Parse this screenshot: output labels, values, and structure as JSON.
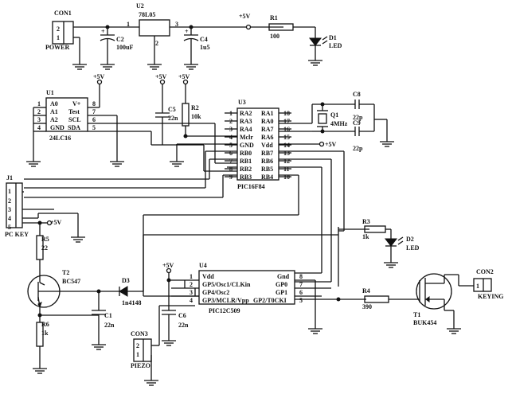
{
  "components": {
    "con1": {
      "ref": "CON1",
      "name": "POWER",
      "pins": [
        "2",
        "1"
      ]
    },
    "u2": {
      "ref": "U2",
      "value": "78L05",
      "pins": [
        "1",
        "2",
        "3"
      ]
    },
    "c2": {
      "ref": "C2",
      "value": "100uF",
      "polarity": "+"
    },
    "c4": {
      "ref": "C4",
      "value": "1u5",
      "polarity": "+"
    },
    "r1": {
      "ref": "R1",
      "value": "100"
    },
    "d1": {
      "ref": "D1",
      "value": "LED"
    },
    "u1": {
      "ref": "U1",
      "value": "24LC16",
      "left_pins": [
        {
          "num": "1",
          "name": "A0"
        },
        {
          "num": "2",
          "name": "A1"
        },
        {
          "num": "3",
          "name": "A2"
        },
        {
          "num": "4",
          "name": "GND"
        }
      ],
      "right_pins": [
        {
          "num": "8",
          "name": "V+"
        },
        {
          "num": "7",
          "name": "Test"
        },
        {
          "num": "6",
          "name": "SCL"
        },
        {
          "num": "5",
          "name": "SDA"
        }
      ]
    },
    "c5": {
      "ref": "C5",
      "value": "22n"
    },
    "r2": {
      "ref": "R2",
      "value": "10k"
    },
    "u3": {
      "ref": "U3",
      "value": "PIC16F84",
      "left_pins": [
        {
          "num": "1",
          "name": "RA2"
        },
        {
          "num": "2",
          "name": "RA3"
        },
        {
          "num": "3",
          "name": "RA4"
        },
        {
          "num": "4",
          "name": "Mclr"
        },
        {
          "num": "5",
          "name": "GND"
        },
        {
          "num": "6",
          "name": "RB0"
        },
        {
          "num": "7",
          "name": "RB1"
        },
        {
          "num": "8",
          "name": "RB2"
        },
        {
          "num": "9",
          "name": "RB3"
        }
      ],
      "right_pins": [
        {
          "num": "18",
          "name": "RA1"
        },
        {
          "num": "17",
          "name": "RA0"
        },
        {
          "num": "16",
          "name": "RA7"
        },
        {
          "num": "15",
          "name": "RA6"
        },
        {
          "num": "14",
          "name": "Vdd"
        },
        {
          "num": "13",
          "name": "RB7"
        },
        {
          "num": "12",
          "name": "RB6"
        },
        {
          "num": "11",
          "name": "RB5"
        },
        {
          "num": "10",
          "name": "RB4"
        }
      ]
    },
    "q1": {
      "ref": "Q1",
      "value": "4MHz"
    },
    "c8": {
      "ref": "C8",
      "value": "22p"
    },
    "c9": {
      "ref": "C9",
      "value": "22p"
    },
    "j1": {
      "ref": "J1",
      "name": "PC KEY",
      "pins": [
        "1",
        "2",
        "3",
        "4",
        "5"
      ]
    },
    "r5": {
      "ref": "R5",
      "value": "22"
    },
    "t2": {
      "ref": "T2",
      "value": "BC547"
    },
    "r6": {
      "ref": "R6",
      "value": "1k"
    },
    "d3": {
      "ref": "D3",
      "value": "1n4148"
    },
    "c1": {
      "ref": "C1",
      "value": "22n"
    },
    "u4": {
      "ref": "U4",
      "value": "PIC12C509",
      "left_pins": [
        {
          "num": "1",
          "name": "Vdd"
        },
        {
          "num": "2",
          "name": "GP5/Osc1/CLKin"
        },
        {
          "num": "3",
          "name": "GP4/Osc2"
        },
        {
          "num": "4",
          "name": "GP3/MCLR/Vpp"
        }
      ],
      "right_pins": [
        {
          "num": "8",
          "name": "Gnd"
        },
        {
          "num": "7",
          "name": "GP0"
        },
        {
          "num": "6",
          "name": "GP1"
        },
        {
          "num": "5",
          "name": "GP2/T0CKI"
        }
      ]
    },
    "c6": {
      "ref": "C6",
      "value": "22n"
    },
    "con3": {
      "ref": "CON3",
      "name": "PIEZO",
      "pins": [
        "2",
        "1"
      ]
    },
    "r3": {
      "ref": "R3",
      "value": "1k"
    },
    "d2": {
      "ref": "D2",
      "value": "LED"
    },
    "r4": {
      "ref": "R4",
      "value": "390"
    },
    "t1": {
      "ref": "T1",
      "value": "BUK454"
    },
    "con2": {
      "ref": "CON2",
      "name": "KEYING",
      "pins": [
        "1"
      ]
    }
  },
  "supply_label": "+5V"
}
